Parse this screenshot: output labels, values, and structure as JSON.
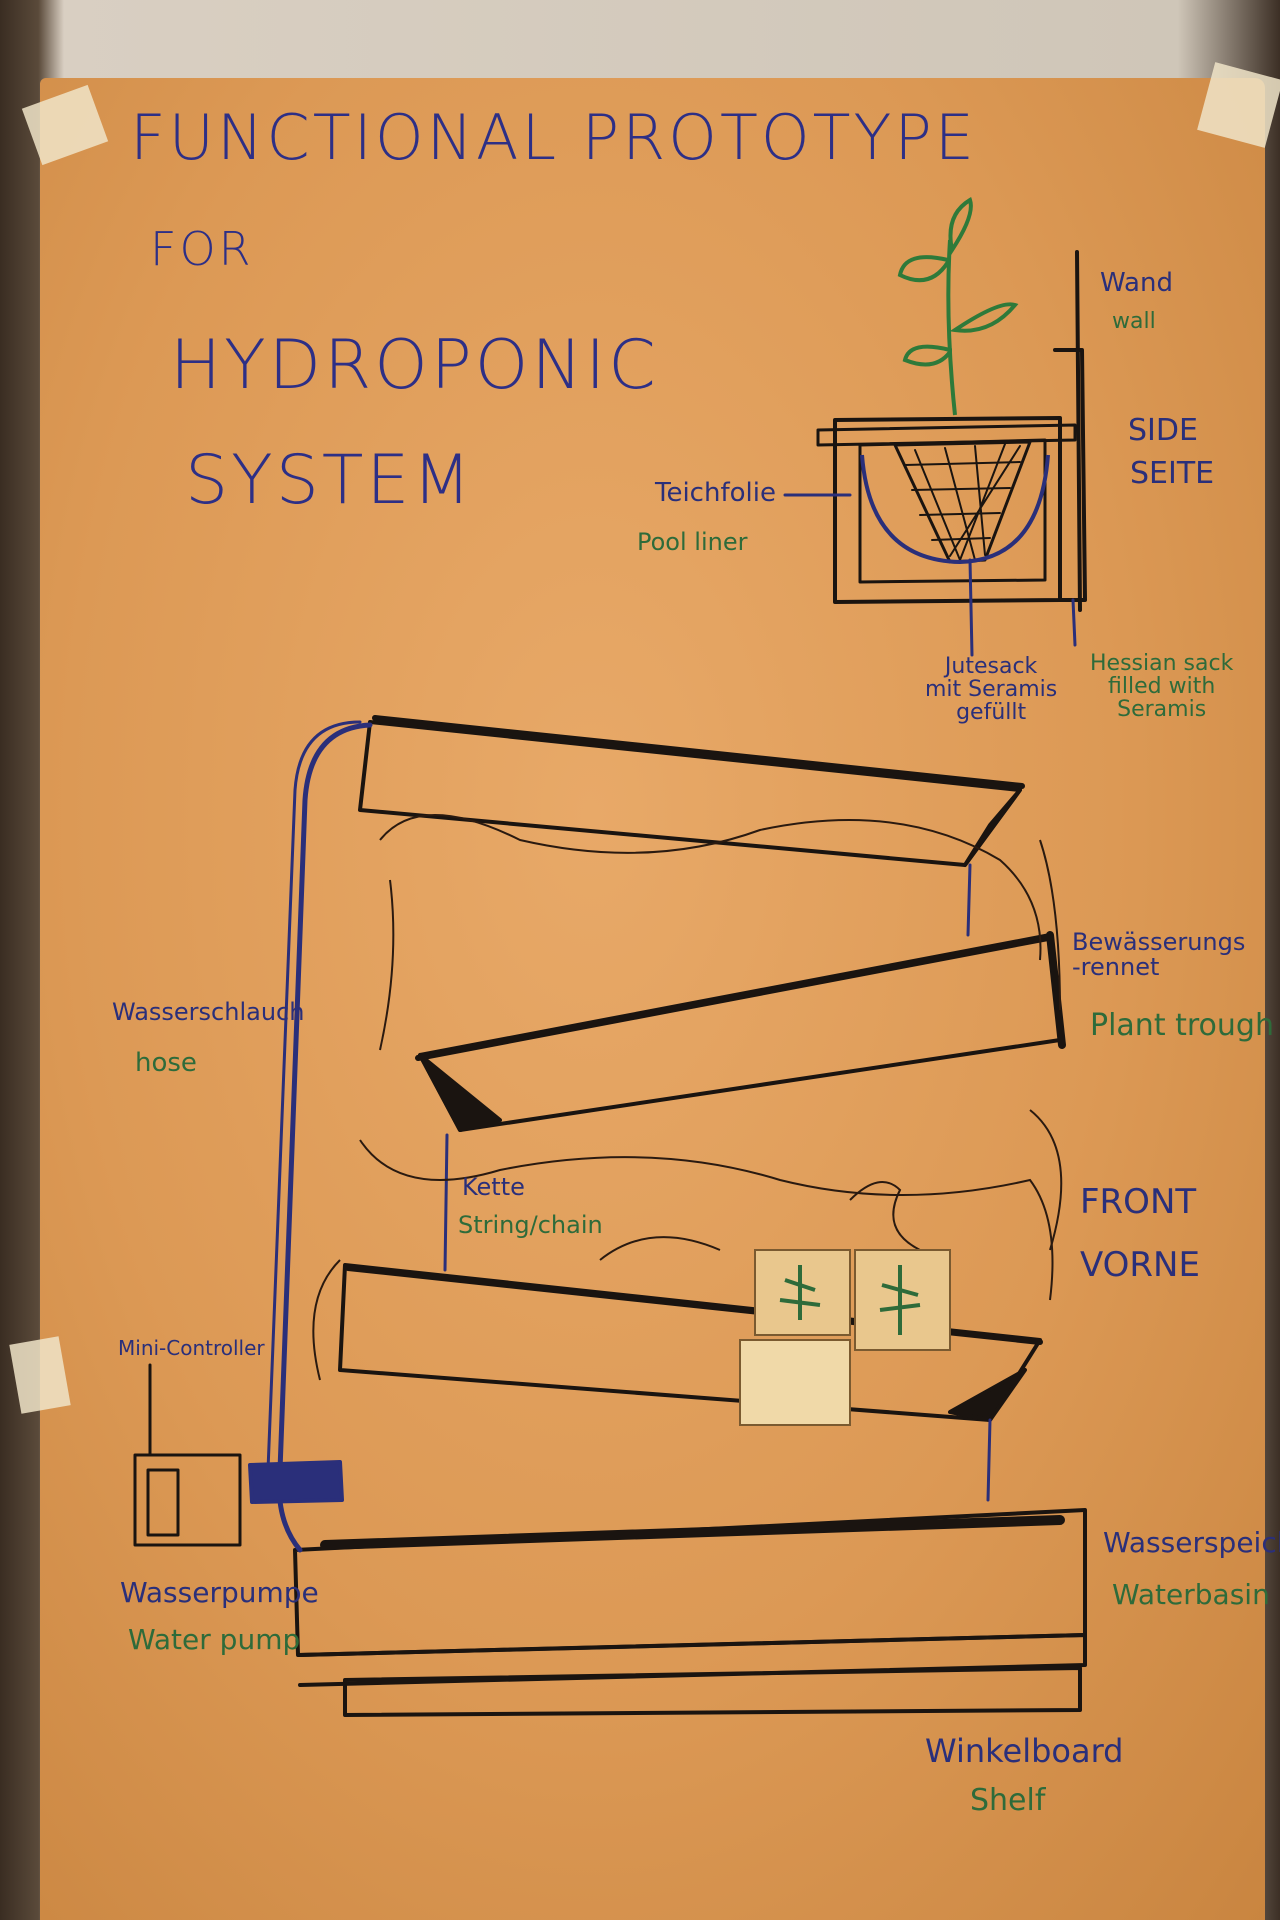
{
  "title": {
    "line1": "FUNCTIONAL PROTOTYPE",
    "line2": "FOR",
    "line3": "HYDROPONIC",
    "line4": "SYSTEM"
  },
  "detail_labels": {
    "wall_de": "Wand",
    "wall_en": "wall",
    "side_en": "SIDE",
    "side_de": "SEITE",
    "liner_de": "Teichfolie",
    "liner_en": "Pool liner",
    "sack_de": "Jutesack\nmit Seramis\ngefüllt",
    "sack_en": "Hessian sack\nfilled with\nSeramis"
  },
  "main_labels": {
    "hose_de": "Wasserschlauch",
    "hose_en": "hose",
    "trough_de": "Bewässerungs\n-rennet",
    "trough_en": "Plant trough",
    "chain_de": "Kette",
    "chain_en": "String/chain",
    "front_en": "FRONT",
    "front_de": "VORNE",
    "controller": "Mini-Controller",
    "pump_de": "Wasserpumpe",
    "pump_en": "Water pump",
    "basin_de": "Wasserspeicher",
    "basin_en": "Waterbasin",
    "shelf_de": "Winkelboard",
    "shelf_en": "Shelf"
  },
  "colors": {
    "ink_blue": "#2a2f7a",
    "ink_green": "#2e6b3a",
    "ink_black": "#1a1410",
    "paper": "#dc9955"
  }
}
